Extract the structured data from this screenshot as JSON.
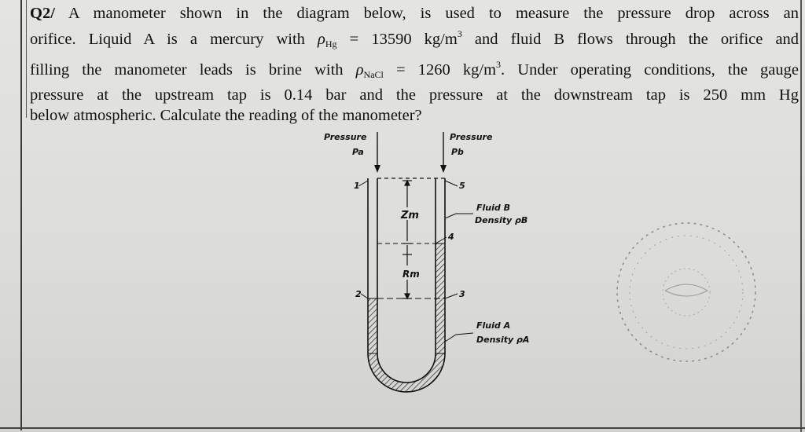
{
  "question": {
    "number": "Q2/",
    "line1": "A manometer shown in the diagram below, is used to measure the pressure drop across an",
    "line2_a": "orifice. Liquid A is a mercury with",
    "line2_rho": "ρ",
    "line2_sub": "Hg",
    "line2_b": "= 13590 kg/m",
    "line2_sup": "3",
    "line2_c": "and fluid B flows through the orifice and",
    "line3_a": "filling the manometer leads is brine with",
    "line3_rho": "ρ",
    "line3_sub": "NaCl",
    "line3_b": "= 1260 kg/m",
    "line3_sup": "3",
    "line3_c": ". Under operating conditions, the gauge",
    "line4": "pressure at the upstream tap is 0.14 bar and the pressure at the downstream tap is 250 mm Hg",
    "line5": "below atmospheric. Calculate the reading of the manometer?"
  },
  "diagram": {
    "pressure_a": "Pressure",
    "pa": "Pa",
    "pressure_b": "Pressure",
    "pb": "Pb",
    "zm": "Zm",
    "rm": "Rm",
    "fluid_b": "Fluid B",
    "density_b": "Density ρB",
    "fluid_a": "Fluid A",
    "density_a": "Density ρA",
    "point_1": "1",
    "point_2": "2",
    "point_3": "3",
    "point_4": "4",
    "point_5": "5"
  },
  "colors": {
    "page": "#dcdcda",
    "ink": "#111111"
  }
}
